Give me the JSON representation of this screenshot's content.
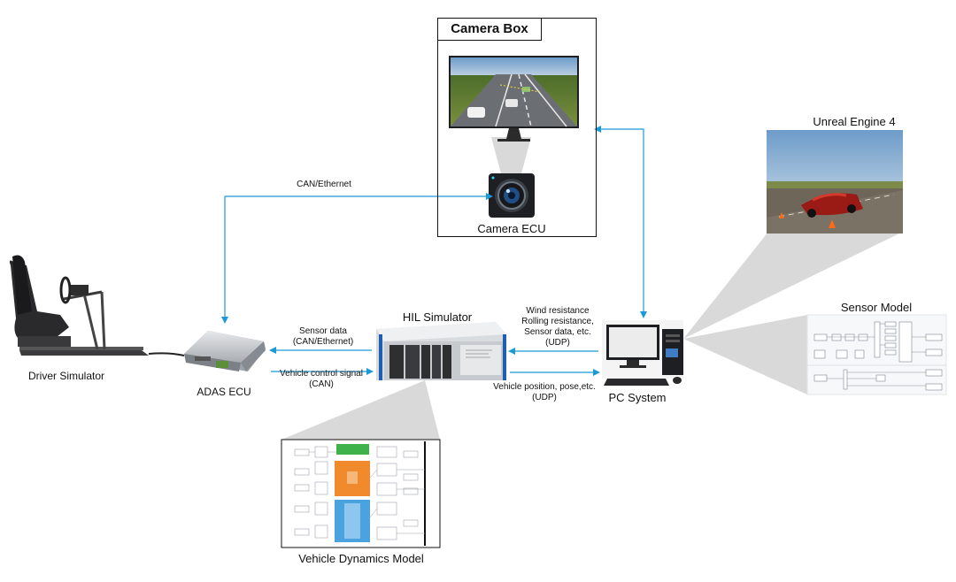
{
  "camera_box": {
    "title": "Camera Box",
    "camera_ecu_label": "Camera ECU"
  },
  "unreal": {
    "label": "Unreal Engine 4"
  },
  "sensor_model": {
    "label": "Sensor Model"
  },
  "driver_simulator": {
    "label": "Driver Simulator"
  },
  "adas_ecu": {
    "label": "ADAS ECU"
  },
  "hil_simulator": {
    "label": "HIL Simulator"
  },
  "pc_system": {
    "label": "PC System"
  },
  "vehicle_dynamics": {
    "label": "Vehicle Dynamics Model"
  },
  "links": {
    "can_ethernet": "CAN/Ethernet",
    "sensor_data_1": "Sensor data",
    "sensor_data_2": "(CAN/Ethernet)",
    "vehicle_control_1": "Vehicle control signal",
    "vehicle_control_2": "(CAN)",
    "wind_1": "Wind resistance",
    "wind_2": "Rolling resistance,",
    "wind_3": "Sensor data, etc.",
    "wind_4": "(UDP)",
    "vpos_1": "Vehicle position, pose,etc.",
    "vpos_2": "(UDP)"
  },
  "colors": {
    "arrow": "#1a9bd8",
    "cone": "#d9d9d9",
    "green_block": "#3fb24a",
    "orange_block": "#f08a2c",
    "blue_block": "#4aa3df"
  }
}
